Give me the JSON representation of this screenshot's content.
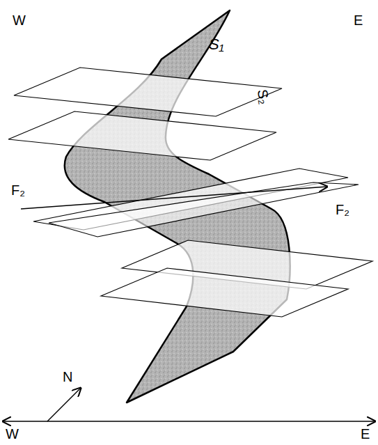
{
  "diagram": {
    "labels": [
      "W",
      "E",
      "S₁",
      "S₂",
      "F₂",
      "F₂",
      "N",
      "W",
      "E"
    ]
  }
}
